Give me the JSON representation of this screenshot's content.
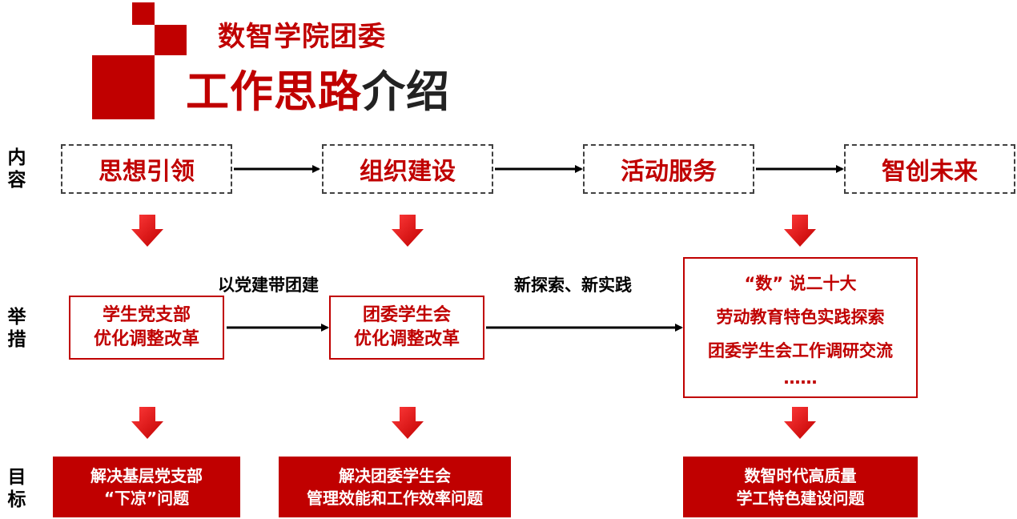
{
  "title": {
    "line1": "数智学院团委",
    "line2_red": "工作思路",
    "line2_dark": "介绍"
  },
  "row_labels": {
    "content": "内容",
    "measures": "举措",
    "goals": "目标"
  },
  "content_items": [
    "思想引领",
    "组织建设",
    "活动服务",
    "智创未来"
  ],
  "measures": {
    "box1": [
      "学生党支部",
      "优化调整改革"
    ],
    "box2": [
      "团委学生会",
      "优化调整改革"
    ],
    "box3": [
      "“数” 说二十大",
      "劳动教育特色实践探索",
      "团委学生会工作调研交流",
      "……"
    ],
    "arrow1_label": "以党建带团建",
    "arrow2_label": "新探索、新实践"
  },
  "goals": {
    "goal1": [
      "解决基层党支部",
      "“下凉”问题"
    ],
    "goal2": [
      "解决团委学生会",
      "管理效能和工作效率问题"
    ],
    "goal3": [
      "数智时代高质量",
      "学工特色建设问题"
    ]
  },
  "colors": {
    "accent": "#c00000",
    "dark_text": "#222222"
  }
}
